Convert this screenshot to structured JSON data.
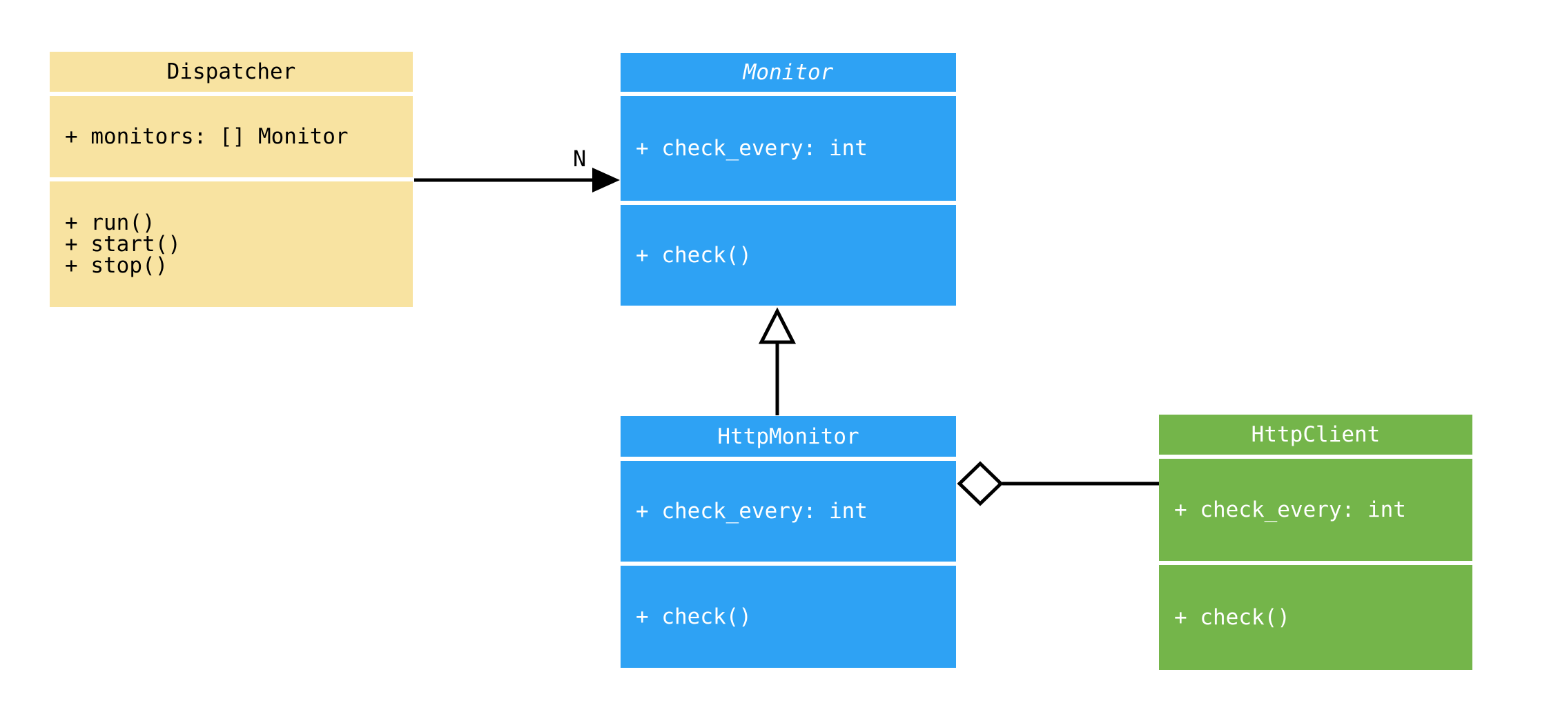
{
  "diagram_type": "uml-class-diagram",
  "colors": {
    "background": "#ffffff",
    "dispatcher_fill": "#F8E3A1",
    "monitor_fill": "#2EA2F4",
    "http_monitor_fill": "#2EA2F4",
    "http_client_fill": "#74B54A",
    "connector": "#000000",
    "dark_text": "#000000",
    "light_text": "#ffffff"
  },
  "classes": [
    {
      "name": "Dispatcher",
      "abstract": false,
      "attributes": [
        "+ monitors: [] Monitor"
      ],
      "methods": [
        "+ run()",
        "+ start()",
        "+ stop()"
      ]
    },
    {
      "name": "Monitor",
      "abstract": true,
      "attributes": [
        "+ check_every: int"
      ],
      "methods": [
        "+ check()"
      ]
    },
    {
      "name": "HttpMonitor",
      "abstract": false,
      "attributes": [
        "+ check_every: int"
      ],
      "methods": [
        "+ check()"
      ]
    },
    {
      "name": "HttpClient",
      "abstract": false,
      "attributes": [
        "+ check_every: int"
      ],
      "methods": [
        "+ check()"
      ]
    }
  ],
  "relations": {
    "dispatcher_monitor": {
      "from": "Dispatcher",
      "to": "Monitor",
      "type": "association-arrow",
      "label": "N"
    },
    "httpmonitor_monitor": {
      "from": "HttpMonitor",
      "to": "Monitor",
      "type": "inheritance-hollow-triangle",
      "label": ""
    },
    "httpmonitor_httpclient": {
      "from": "HttpMonitor",
      "to": "HttpClient",
      "type": "aggregation-hollow-diamond",
      "label": ""
    }
  }
}
